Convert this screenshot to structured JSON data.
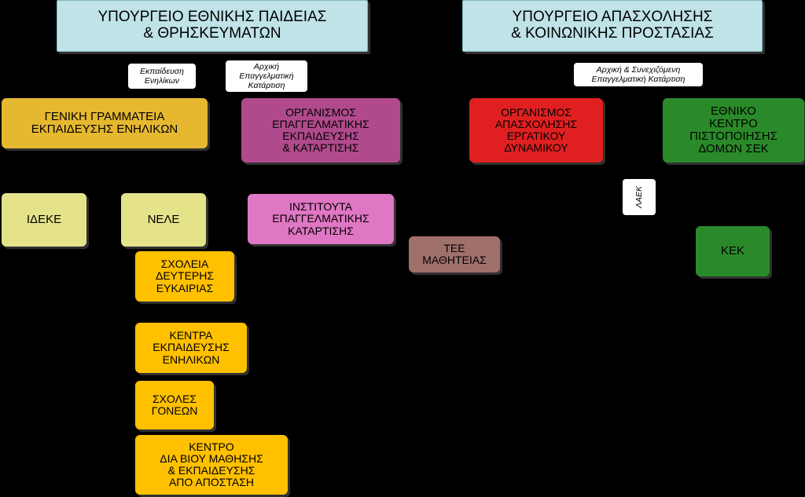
{
  "colors": {
    "ministry": "#bfe3e6",
    "gold": "#e6b830",
    "light_yellow": "#e4e38a",
    "purple": "#b04a8c",
    "pink": "#e077c4",
    "red": "#e02020",
    "green": "#2a8a2a",
    "brown": "#a0706a",
    "orange": "#ffc000"
  },
  "nodes": {
    "ministry_education": "ΥΠΟΥΡΓΕΙΟ ΕΘΝΙΚΗΣ ΠΑΙΔΕΙΑΣ\n& ΘΡΗΣΚΕΥΜΑΤΩΝ",
    "ministry_employment": "ΥΠΟΥΡΓΕΙΟ ΑΠΑΣΧΟΛΗΣΗΣ\n& ΚΟΙΝΩΝΙΚΗΣ ΠΡΟΣΤΑΣΙΑΣ",
    "general_secretariat": "ΓΕΝΙΚΗ ΓΡΑΜΜΑΤΕΙΑ\nΕΚΠΑΙΔΕΥΣΗΣ ΕΝΗΛΙΚΩΝ",
    "oeek": "ΟΡΓΑΝΙΣΜΟΣ\nΕΠΑΓΓΕΛΜΑΤΙΚΗΣ\nΕΚΠΑΙΔΕΥΣΗΣ\n& ΚΑΤΑΡΤΙΣΗΣ",
    "oaed": "ΟΡΓΑΝΙΣΜΟΣ\nΑΠΑΣΧΟΛΗΣΗΣ\nΕΡΓΑΤΙΚΟΥ\nΔΥΝΑΜΙΚΟΥ",
    "ekepis": "ΕΘΝΙΚΟ\nΚΕΝΤΡΟ\nΠΙΣΤΟΠΟΙΗΣΗΣ\nΔΟΜΩΝ ΣΕΚ",
    "ideke": "ΙΔΕΚΕ",
    "nele": "ΝΕΛΕ",
    "iek": "ΙΝΣΤΙΤΟΥΤΑ\nΕΠΑΓΓΕΛΜΑΤΙΚΗΣ\nΚΑΤΑΡΤΙΣΗΣ",
    "tee": "ΤΕΕ\nΜΑΘΗΤΕΙΑΣ",
    "kek": "ΚΕΚ",
    "sde": "ΣΧΟΛΕΙΑ\nΔΕΥΤΕΡΗΣ\nΕΥΚΑΙΡΙΑΣ",
    "kee": "ΚΕΝΤΡΑ\nΕΚΠΑΙΔΕΥΣΗΣ\nΕΝΗΛΙΚΩΝ",
    "sg": "ΣΧΟΛΕΣ\nΓΟΝΕΩΝ",
    "kdbm": "ΚΕΝΤΡΟ\nΔΙΑ ΒΙΟΥ ΜΑΘΗΣΗΣ\n& ΕΚΠΑΙΔΕΥΣΗΣ\nΑΠΟ ΑΠΟΣΤΑΣΗ"
  },
  "edge_labels": {
    "adult_education": "Εκπαίδευση\nΕνηλίκων",
    "initial_vocational": "Αρχική\nΕπαγγελματική\nΚατάρτιση",
    "initial_continuing": "Αρχική & Συνεχιζόμενη\nΕπαγγελματική Κατάρτιση",
    "laek": "ΛΑΕΚ"
  }
}
